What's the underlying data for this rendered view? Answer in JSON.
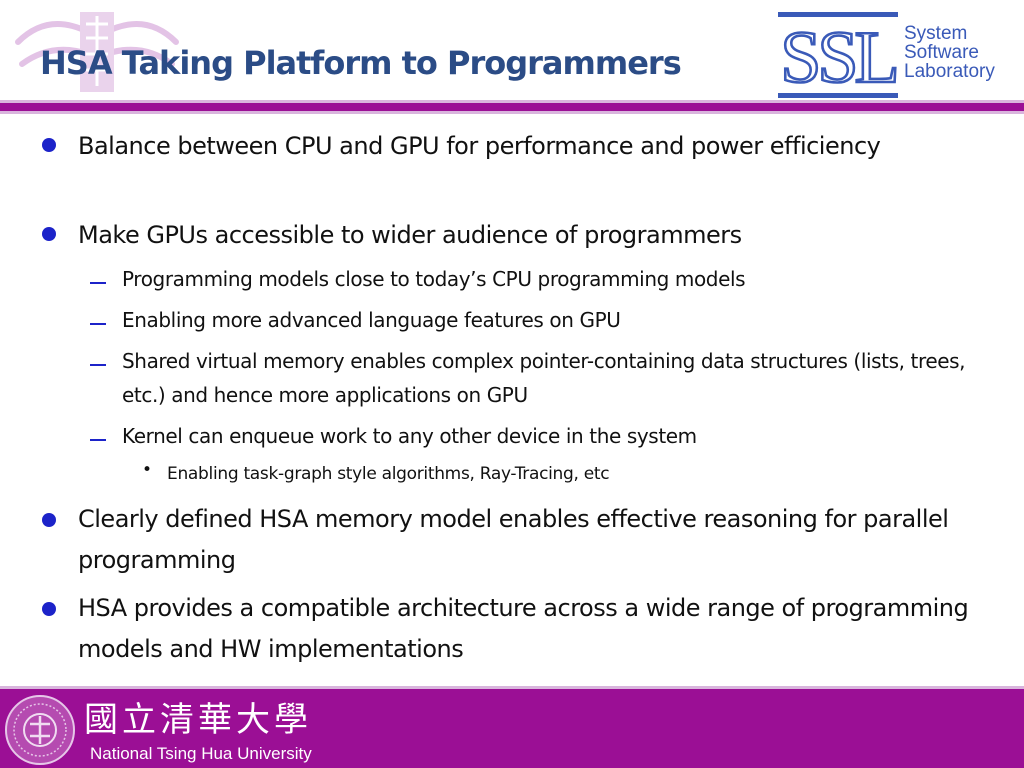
{
  "slide": {
    "title": "HSA Taking Platform to Programmers",
    "accent_color": "#9b0f95",
    "title_color": "#2b4c86",
    "bullet_color": "#1c23c9"
  },
  "logo": {
    "abbr": "SSL",
    "line1": "System",
    "line2": "Software",
    "line3": "Laboratory"
  },
  "bullets": [
    {
      "text": "Balance between CPU and GPU for performance and power efficiency"
    },
    {
      "text": "Make GPUs accessible to wider audience of programmers",
      "children": [
        {
          "text": "Programming models close to today’s CPU programming models"
        },
        {
          "text": "Enabling more advanced language features on GPU"
        },
        {
          "text": "Shared virtual memory enables complex pointer-containing data structures (lists, trees, etc.) and hence more applications on GPU"
        },
        {
          "text": "Kernel can enqueue work to any other device in the system",
          "children": [
            {
              "text": "Enabling task-graph style algorithms, Ray-Tracing, etc"
            }
          ]
        }
      ]
    },
    {
      "text": "Clearly defined HSA memory model enables effective reasoning for parallel programming"
    },
    {
      "text": "HSA provides a compatible architecture across a wide range of programming models and HW implementations"
    }
  ],
  "footer": {
    "university_cn": "國立清華大學",
    "university_en": "National Tsing Hua University"
  }
}
